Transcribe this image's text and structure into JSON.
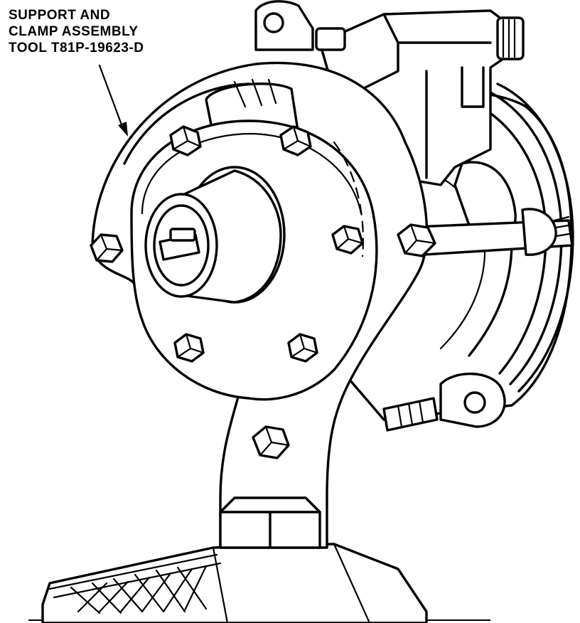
{
  "callout": {
    "line1": "SUPPORT AND",
    "line2": "CLAMP ASSEMBLY",
    "line3": "TOOL T81P-19623-D"
  }
}
